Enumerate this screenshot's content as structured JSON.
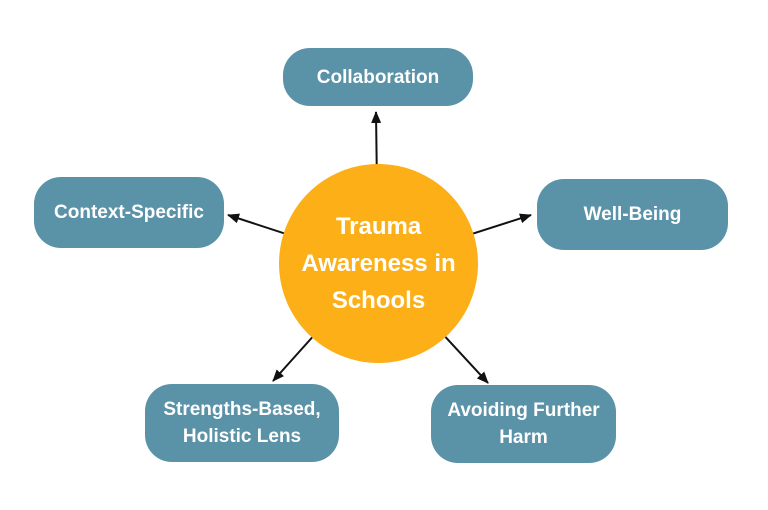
{
  "diagram": {
    "title": "Trauma Awareness in Schools",
    "background_color": "#ffffff",
    "center": {
      "label": "Trauma Awareness in Schools",
      "lines": [
        "Trauma",
        "Awareness in",
        "Schools"
      ],
      "shape": "circle",
      "fill_color": "#FCAF17",
      "text_color": "#ffffff"
    },
    "nodes": [
      {
        "label": "Collaboration",
        "position": "top"
      },
      {
        "label": "Context-Specific",
        "position": "left"
      },
      {
        "label": "Well-Being",
        "position": "right"
      },
      {
        "label": "Strengths-Based, Holistic Lens",
        "position": "bottom-left"
      },
      {
        "label": "Avoiding Further Harm",
        "position": "bottom-right"
      }
    ],
    "node_fill_color": "#5A92A8",
    "node_text_color": "#ffffff",
    "arrow_color": "#111111",
    "arrow_direction": "center-to-nodes"
  }
}
